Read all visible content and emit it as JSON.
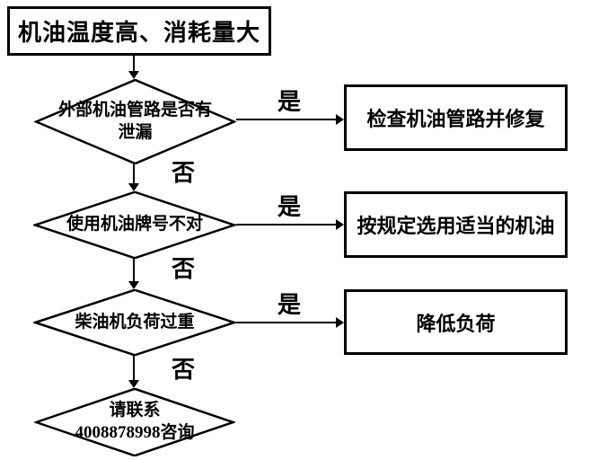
{
  "flowchart": {
    "title": "机油温度高、消耗量大",
    "decisions": [
      {
        "question": "外部机油管路是否有\n泄漏",
        "yes_label": "是",
        "no_label": "否",
        "action": "检查机油管路并修复"
      },
      {
        "question": "使用机油牌号不对",
        "yes_label": "是",
        "no_label": "否",
        "action": "按规定选用适当的机油"
      },
      {
        "question": "柴油机负荷过重",
        "yes_label": "是",
        "no_label": "否",
        "action": "降低负荷"
      }
    ],
    "fallback": "请联系\n4008878998咨询",
    "colors": {
      "stroke": "#000000",
      "fill": "#ffffff",
      "text": "#000000"
    }
  }
}
